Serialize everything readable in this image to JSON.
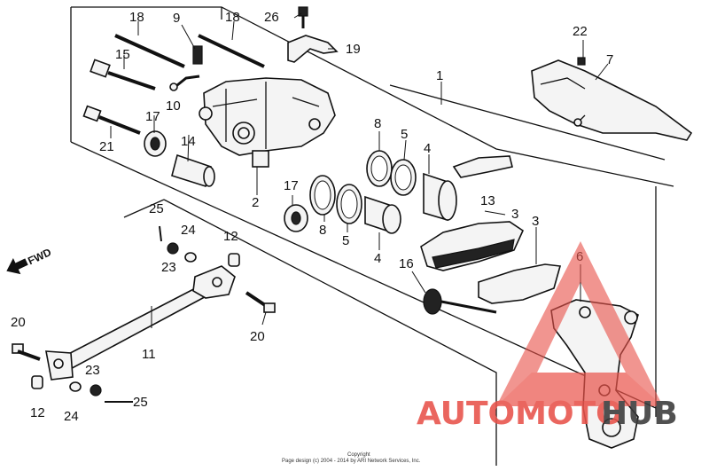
{
  "diagram": {
    "callouts": {
      "c1": "1",
      "c2": "2",
      "c3a": "3",
      "c3b": "3",
      "c4a": "4",
      "c4b": "4",
      "c5a": "5",
      "c5b": "5",
      "c6": "6",
      "c7": "7",
      "c8a": "8",
      "c8b": "8",
      "c9": "9",
      "c10": "10",
      "c11": "11",
      "c12a": "12",
      "c12b": "12",
      "c13": "13",
      "c14": "14",
      "c15": "15",
      "c16": "16",
      "c17a": "17",
      "c17b": "17",
      "c18a": "18",
      "c18b": "18",
      "c19": "19",
      "c20a": "20",
      "c20b": "20",
      "c21": "21",
      "c22": "22",
      "c23a": "23",
      "c23b": "23",
      "c24a": "24",
      "c24b": "24",
      "c25a": "25",
      "c25b": "25",
      "c26": "26"
    },
    "fwd_label": "FWD",
    "copyright_line1": "Copyright",
    "copyright_line2": "Page design (c) 2004 - 2014 by ARI Network Services, Inc."
  },
  "watermark": {
    "text_red": "AUTOMOTO",
    "text_dark": "HUB",
    "color_red": "#e8524a",
    "color_orange": "#f0b040",
    "color_dark": "#3a3a3a"
  }
}
